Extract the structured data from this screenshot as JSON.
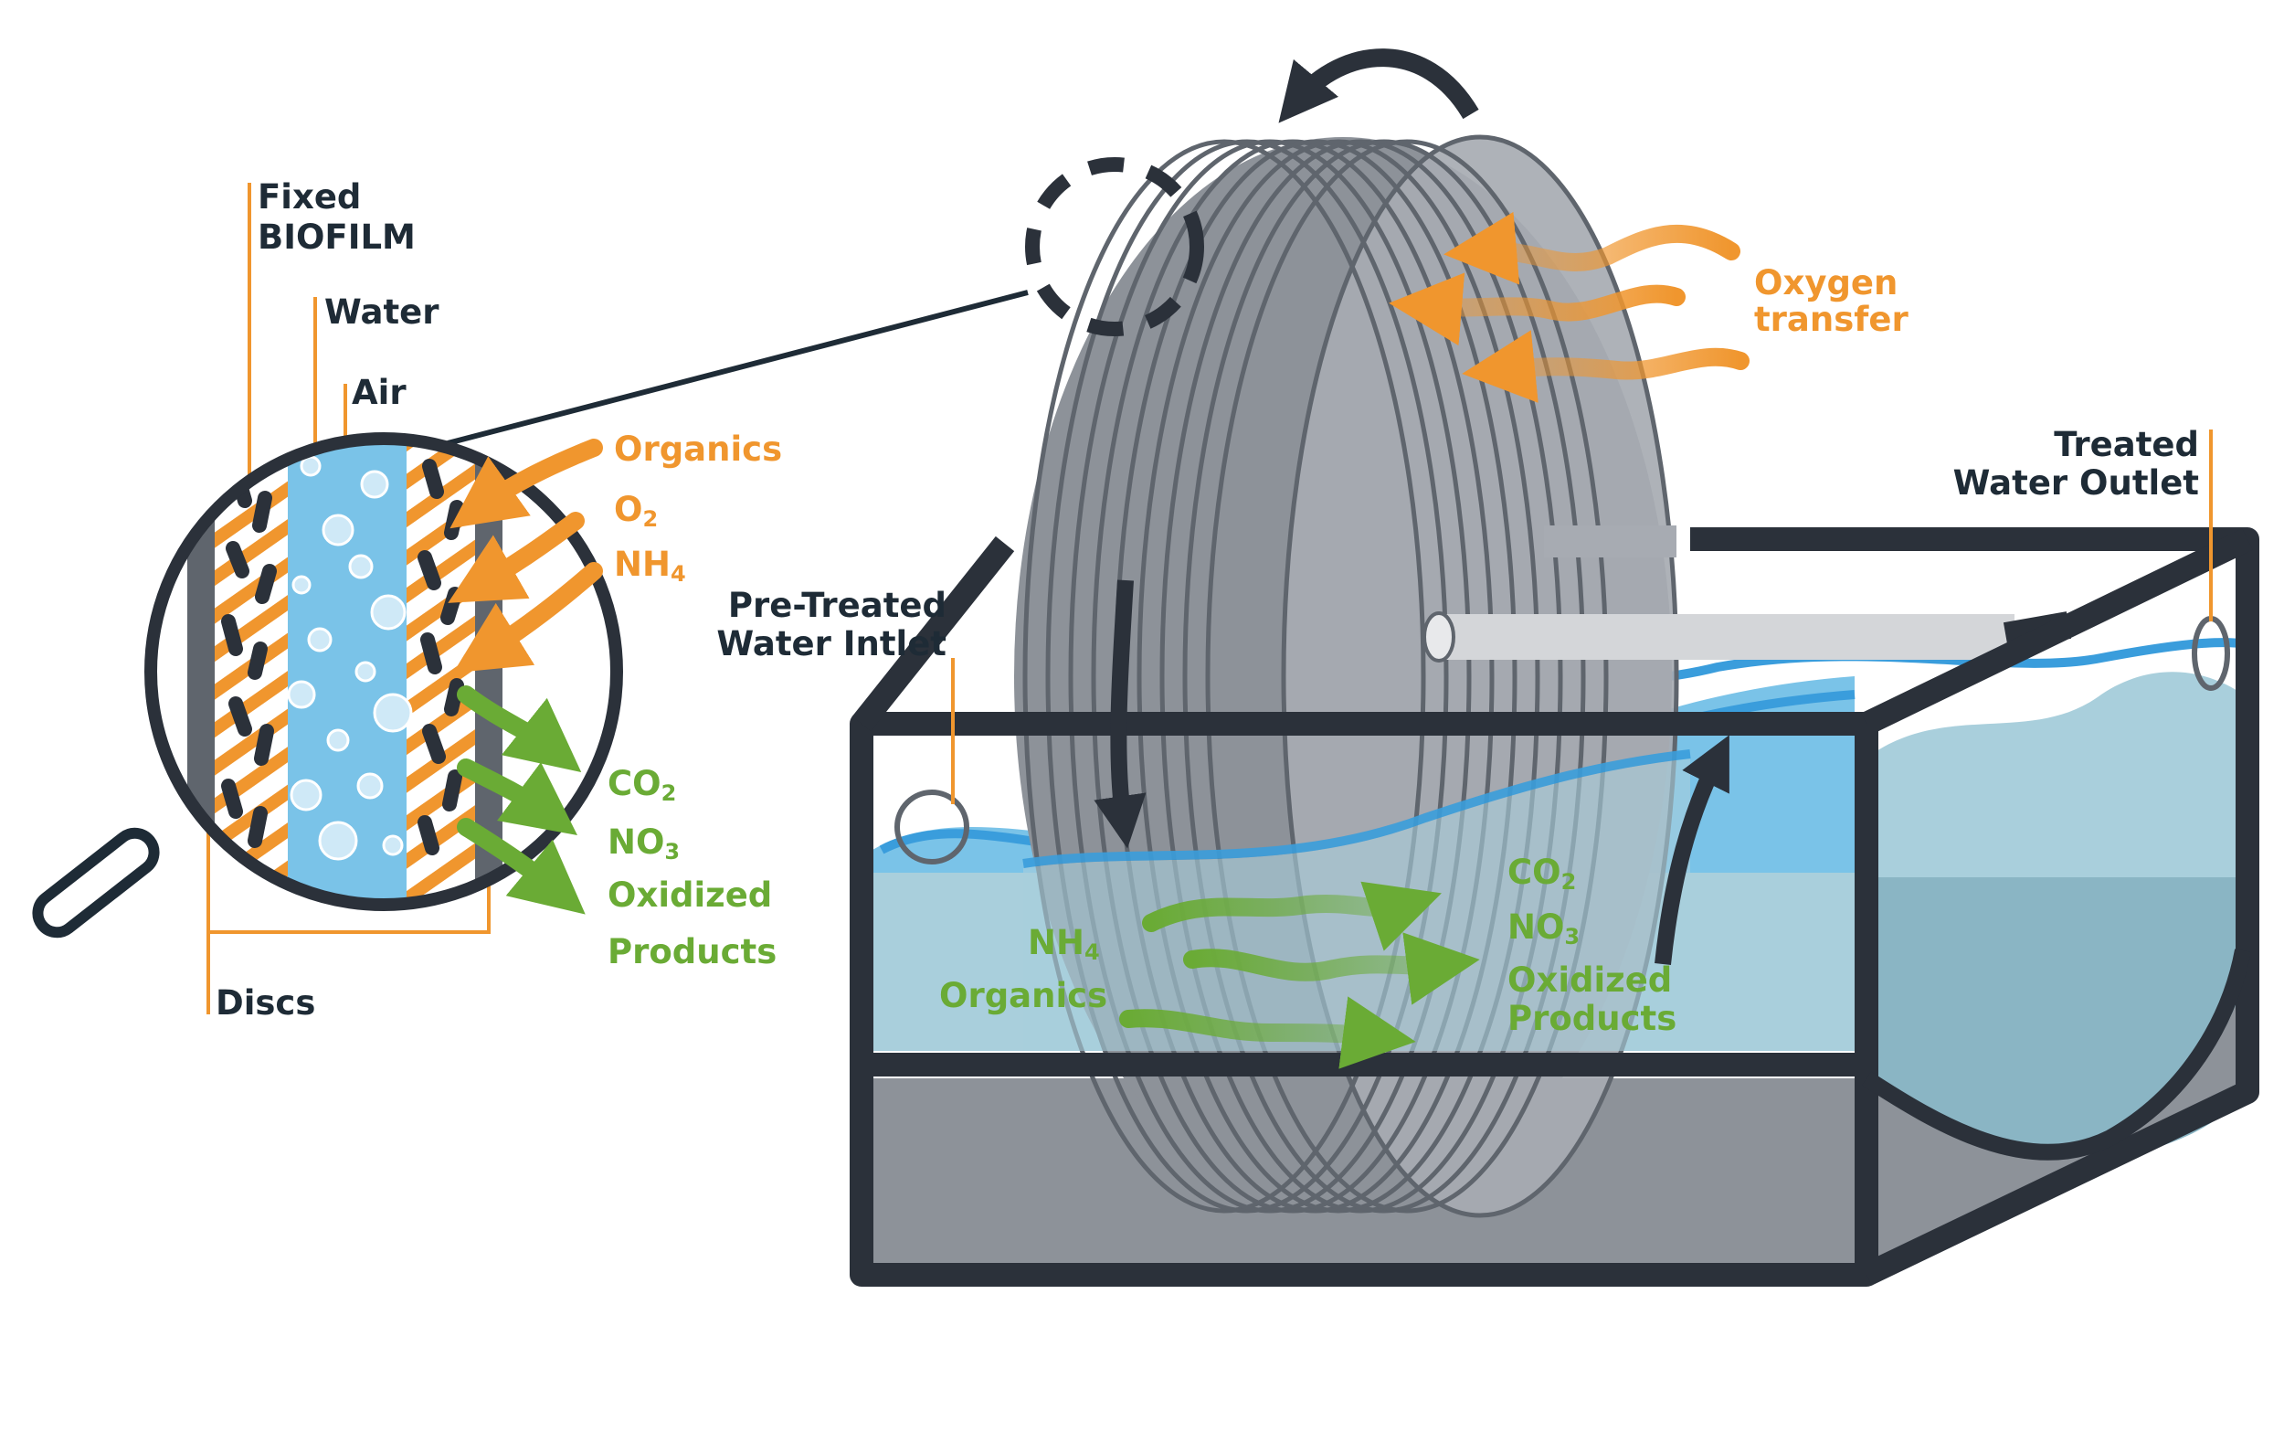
{
  "colors": {
    "frame": "#2b313a",
    "disc": "#8d9299",
    "water": "#7ac3e8",
    "water_deep": "#a9cfdc",
    "biofilm_orange": "#f0962e",
    "label_dark": "#1e2b36",
    "arrow_green": "#6aab35"
  },
  "zoom": {
    "fixed": "Fixed",
    "biofilm": "BIOFILM",
    "water": "Water",
    "air": "Air",
    "discs": "Discs",
    "inputs": {
      "organics": "Organics",
      "o2_main": "O",
      "o2_sub": "2",
      "nh4_main": "NH",
      "nh4_sub": "4"
    },
    "outputs": {
      "co2_main": "CO",
      "co2_sub": "2",
      "no3_main": "NO",
      "no3_sub": "3",
      "oxidized": "Oxidized",
      "products": "Products"
    }
  },
  "reactor": {
    "oxygen": "Oxygen",
    "transfer": "transfer",
    "treated_line1": "Treated",
    "treated_line2": "Water Outlet",
    "pretreated_line1": "Pre-Treated",
    "pretreated_line2": "Water Intlet",
    "in_nh4_main": "NH",
    "in_nh4_sub": "4",
    "in_organics": "Organics",
    "out_co2_main": "CO",
    "out_co2_sub": "2",
    "out_no3_main": "NO",
    "out_no3_sub": "3",
    "out_oxidized": "Oxidized",
    "out_products": "Products"
  }
}
